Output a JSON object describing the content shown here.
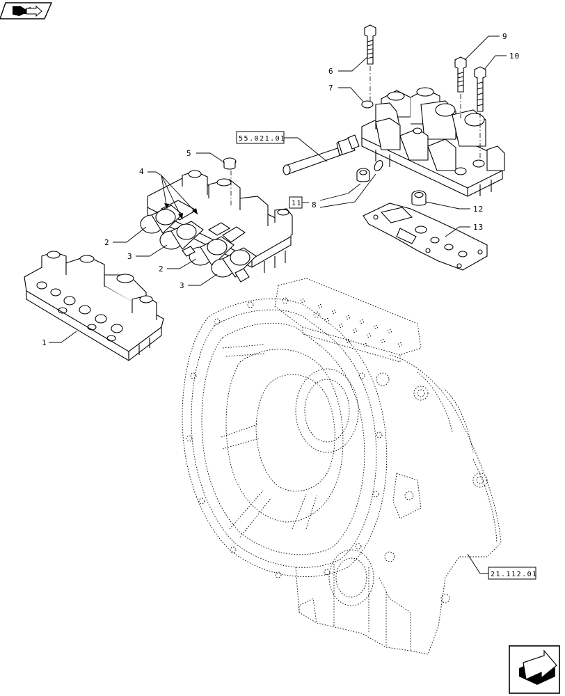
{
  "labels": {
    "n1": "1",
    "n2a": "2",
    "n2b": "2",
    "n3a": "3",
    "n3b": "3",
    "n4": "4",
    "n5": "5",
    "n6": "6",
    "n7": "7",
    "n8": "8",
    "n9": "9",
    "n10": "10",
    "n12": "12",
    "n13": "13"
  },
  "references": {
    "ref_hose": "55.021.01",
    "ref_11": "11",
    "ref_housing": "21.112.01"
  },
  "icons": {
    "top_left": "book-arrow-icon",
    "bottom_right": "next-page-arrow-icon"
  }
}
